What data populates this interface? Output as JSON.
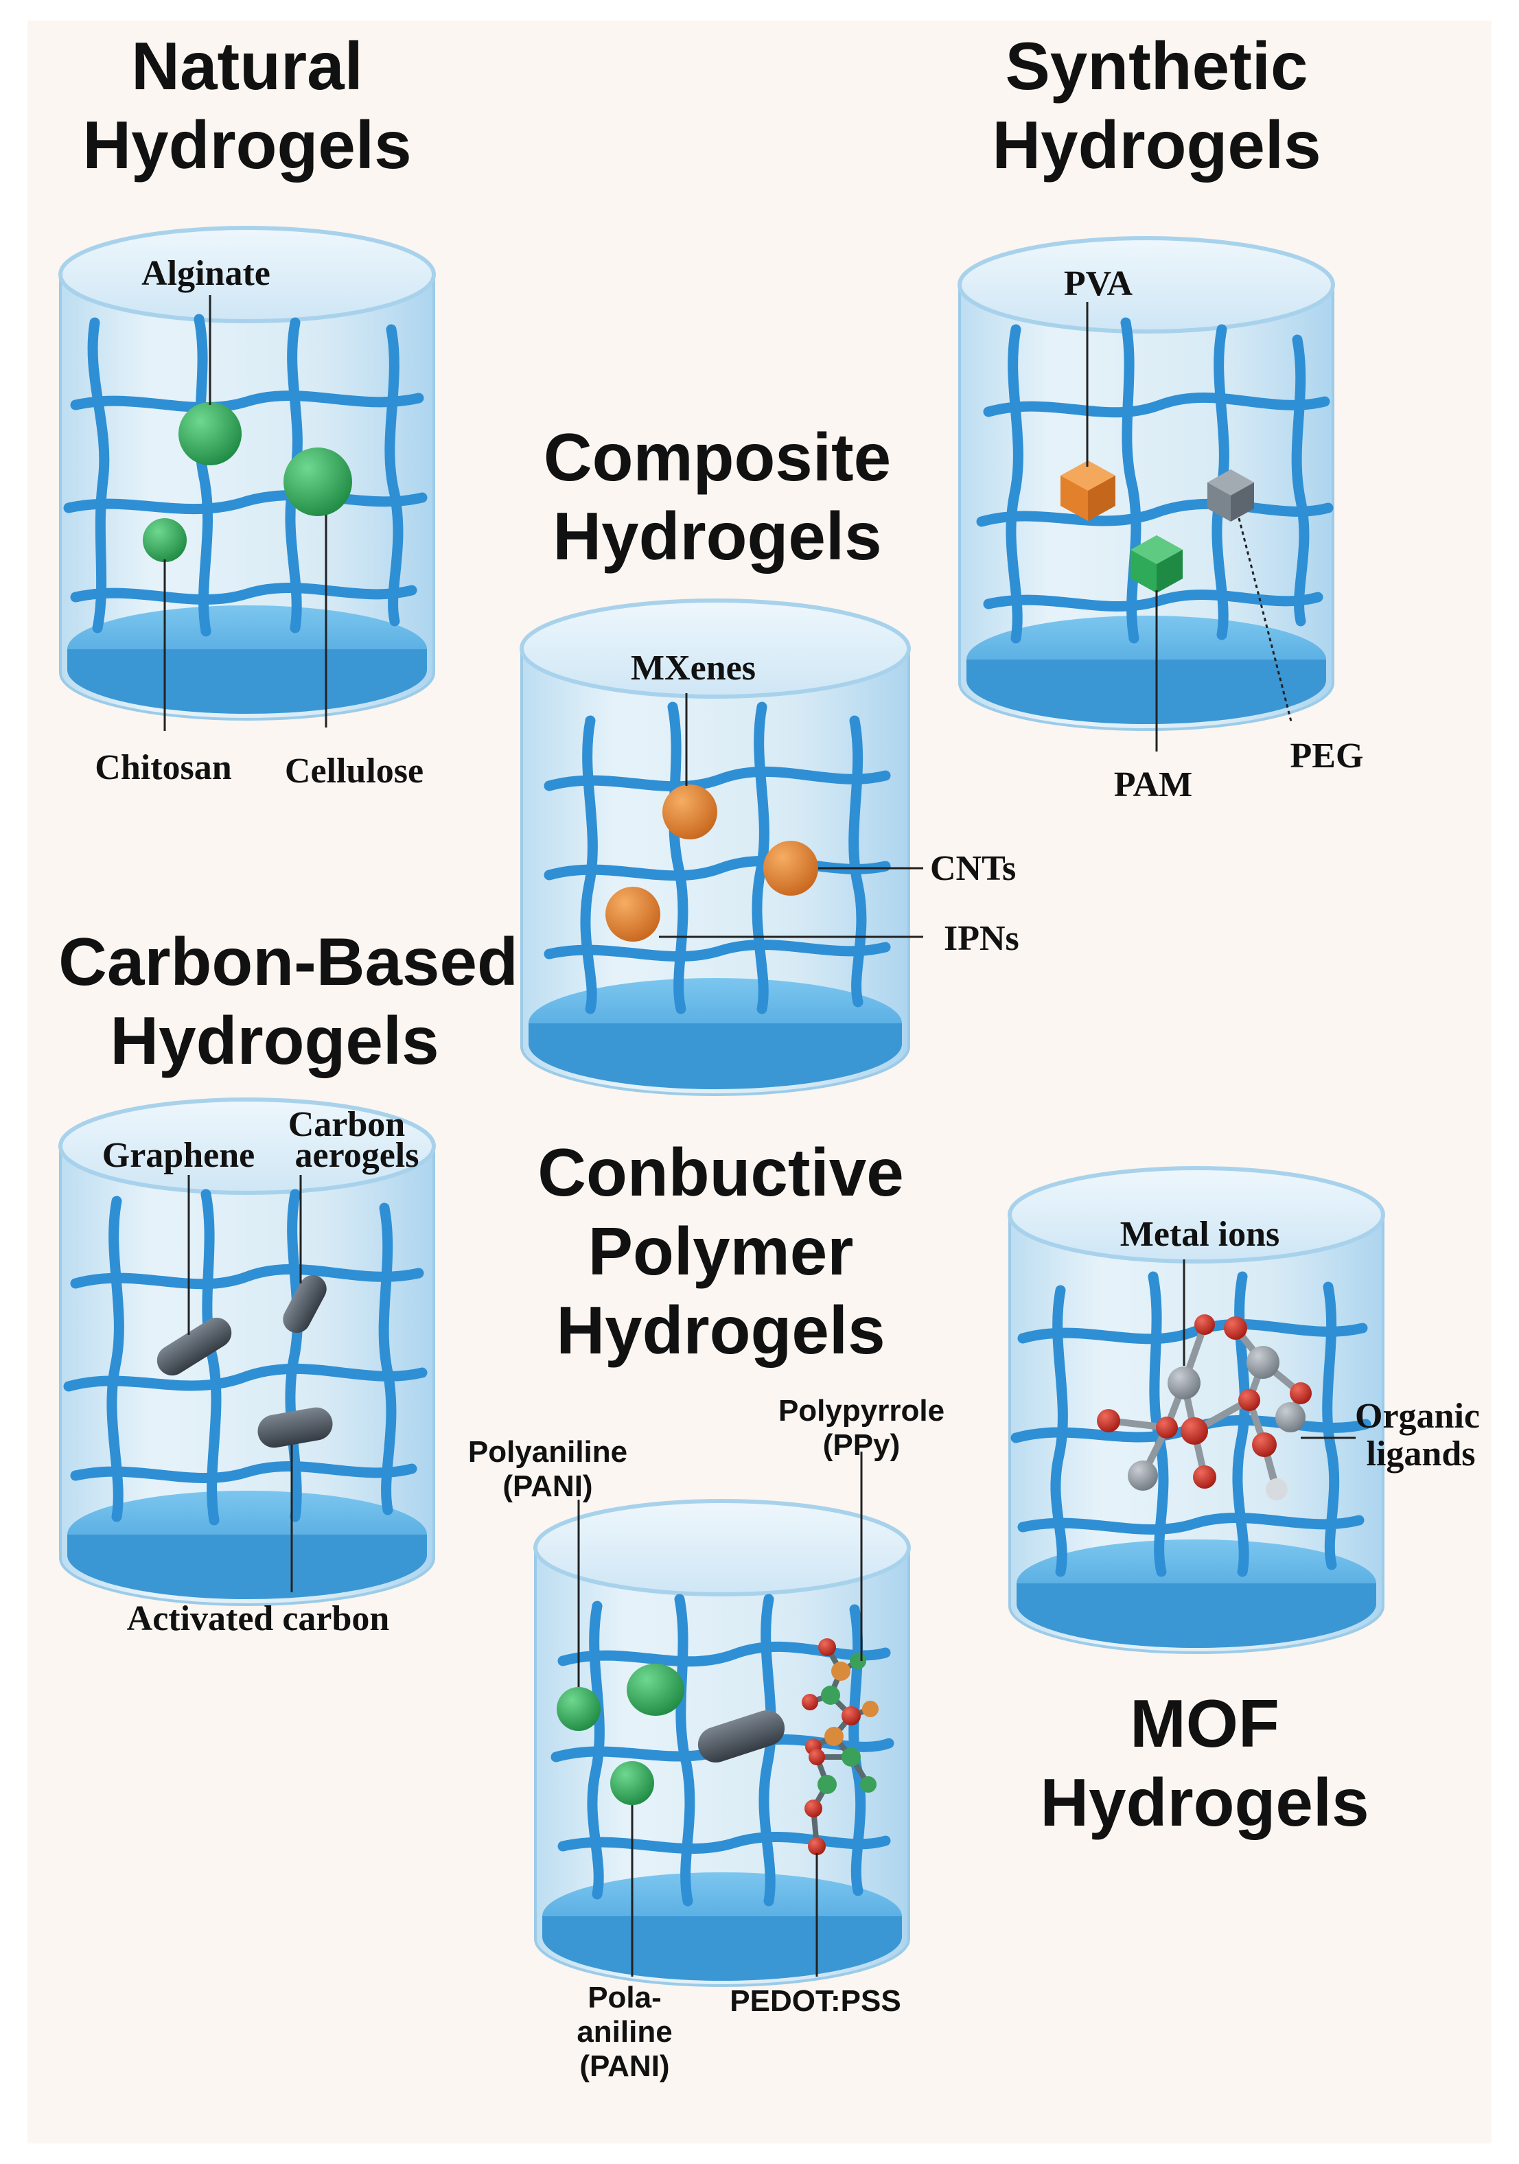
{
  "panels": {
    "natural": {
      "title": [
        "Natural",
        "Hydrogels"
      ],
      "labels": {
        "alginate": "Alginate",
        "chitosan": "Chitosan",
        "cellulose": "Cellulose"
      }
    },
    "synthetic": {
      "title": [
        "Synthetic",
        "Hydrogels"
      ],
      "labels": {
        "pva": "PVA",
        "pam": "PAM",
        "peg": "PEG"
      }
    },
    "composite": {
      "title": [
        "Composite",
        "Hydrogels"
      ],
      "labels": {
        "mxenes": "MXenes",
        "cnts": "CNTs",
        "ipns": "IPNs"
      }
    },
    "carbon": {
      "title": [
        "Carbon-Based",
        "Hydrogels"
      ],
      "labels": {
        "graphene": "Graphene",
        "carbon_aerogels": [
          "Carbon",
          "aerogels"
        ],
        "activated_carbon": "Activated carbon"
      }
    },
    "conductive": {
      "title": [
        "Conbuctive",
        "Polymer",
        "Hydrogels"
      ],
      "labels": {
        "polyaniline": [
          "Polyaniline",
          "(PANI)"
        ],
        "polypyrrole": [
          "Polypyrrole",
          "(PPy)"
        ],
        "pola_aniline": [
          "Pola-",
          "aniline",
          "(PANI)"
        ],
        "pedot_pss": "PEDOT:PSS"
      }
    },
    "mof": {
      "title": [
        "MOF",
        "Hydrogels"
      ],
      "labels": {
        "metal_ions": "Metal ions",
        "organic_ligands": [
          "Organic",
          "ligands"
        ]
      }
    }
  },
  "colors": {
    "background": "#fbf6f1",
    "glass": "#d8ecf7",
    "strand": "#2f8fd4",
    "base": "#4aa9e0",
    "natural_particle": "#2eaa58",
    "orange_particle": "#e2802c",
    "gray_particle": "#7b858e",
    "carbon_rod": "#4c5560",
    "oxygen": "#cc2a1f",
    "carbon_atom": "#8f989f"
  }
}
